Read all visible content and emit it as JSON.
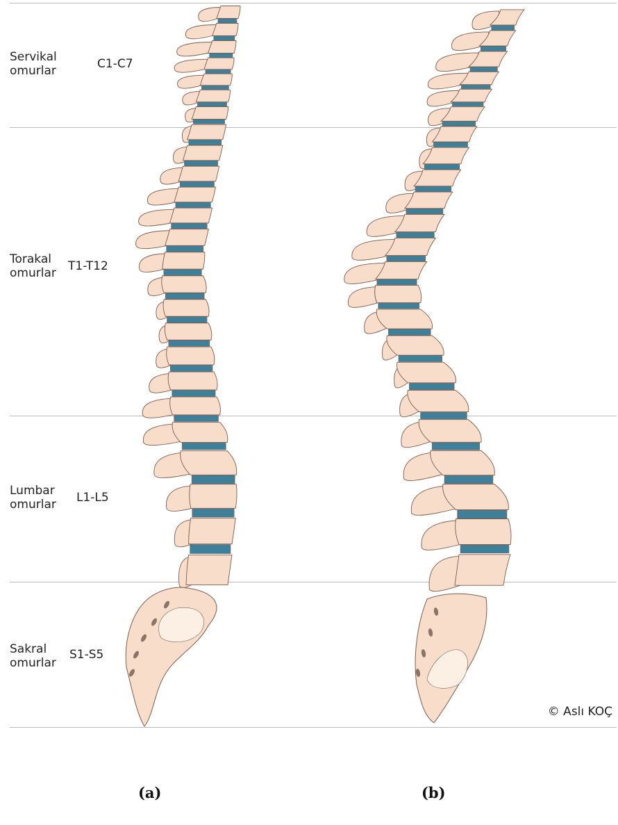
{
  "regions": [
    {
      "name_line1": "Servikal",
      "name_line2": "omurlar",
      "range": "C1-C7"
    },
    {
      "name_line1": "Torakal",
      "name_line2": "omurlar",
      "range": "T1-T12"
    },
    {
      "name_line1": "Lumbar",
      "name_line2": "omurlar",
      "range": "L1-L5"
    },
    {
      "name_line1": "Sakral",
      "name_line2": "omurlar",
      "range": "S1-S5"
    }
  ],
  "credit": "© Aslı KOÇ",
  "panels": {
    "a": "(a)",
    "b": "(b)"
  },
  "colors": {
    "bone": "#f8ddcb",
    "bone_outline": "#7a5d50",
    "disc": "#3e7f9a",
    "sacrum_light": "#fcefe4",
    "divider": "#b9b9b9"
  }
}
